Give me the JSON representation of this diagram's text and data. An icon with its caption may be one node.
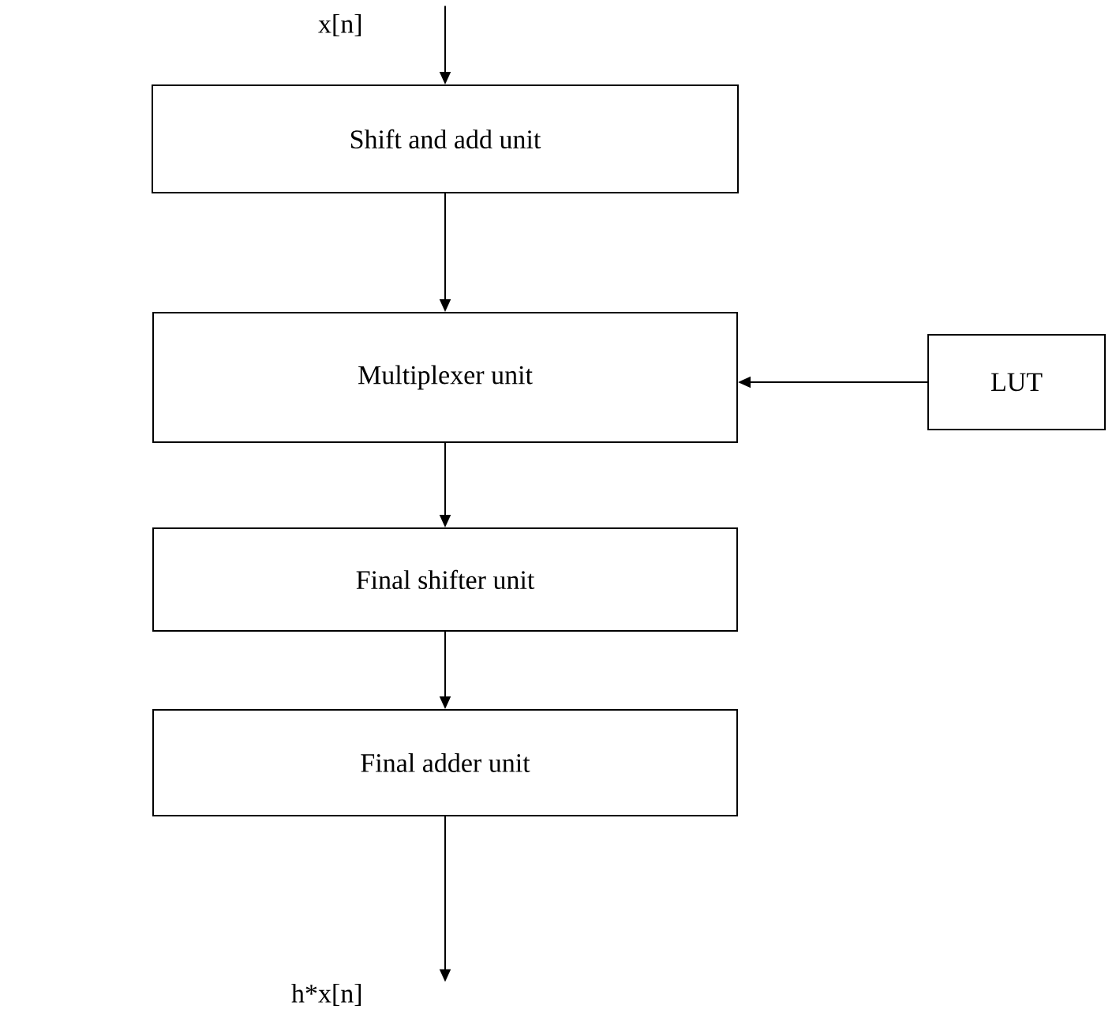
{
  "diagram": {
    "nodes": [
      {
        "text": [
          "x[n]"
        ]
      },
      {
        "text": [
          "Shift and add unit"
        ]
      },
      {
        "text": [
          "Multiplexer unit"
        ]
      },
      {
        "text": [
          "LUT"
        ]
      },
      {
        "text": [
          "Final shifter unit"
        ]
      },
      {
        "text": [
          "Final adder unit"
        ]
      },
      {
        "text": [
          "h*x[n]"
        ]
      }
    ],
    "edges": [
      {
        "from": 0,
        "to": 1,
        "arrow": "to"
      },
      {
        "from": 1,
        "to": 2,
        "arrow": "to"
      },
      {
        "from": 3,
        "to": 2,
        "arrow": "to"
      },
      {
        "from": 2,
        "to": 4,
        "arrow": "to"
      },
      {
        "from": 4,
        "to": 5,
        "arrow": "to"
      },
      {
        "from": 5,
        "to": 6,
        "arrow": "to"
      }
    ]
  }
}
